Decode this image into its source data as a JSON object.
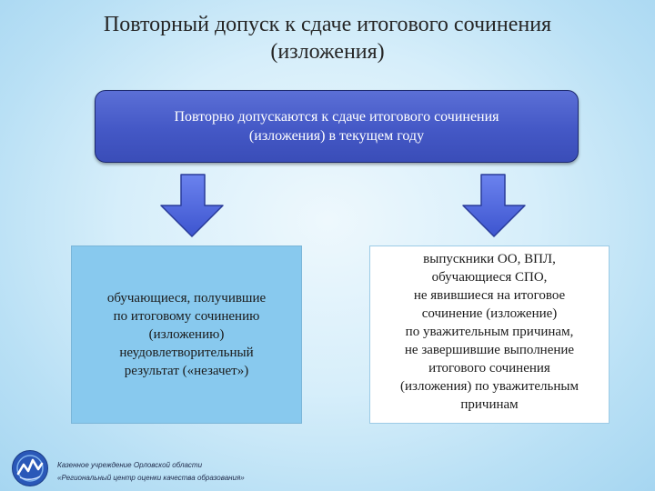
{
  "slide": {
    "title_line1": "Повторный допуск к сдаче итогового сочинения",
    "title_line2": "(изложения)"
  },
  "top_box": {
    "line1": "Повторно допускаются к сдаче итогового сочинения",
    "line2": "(изложения) в текущем году"
  },
  "left_panel": {
    "lines": [
      "обучающиеся, получившие",
      "по итоговому сочинению",
      "(изложению)",
      "неудовлетворительный",
      "результат («незачет»)"
    ]
  },
  "right_panel": {
    "lines": [
      "выпускники ОО, ВПЛ,",
      "обучающиеся СПО,",
      "не явившиеся на итоговое",
      "сочинение (изложение)",
      "по уважительным причинам,",
      "не завершившие выполнение",
      "итогового сочинения",
      "(изложения) по уважительным",
      "причинам"
    ]
  },
  "footer": {
    "org_line1": "Казенное учреждение Орловской области",
    "org_line2": "«Региональный центр оценки качества образования»"
  },
  "colors": {
    "arrow_fill": "#4a62dd",
    "box_fill": "#4458c6",
    "left_panel_fill": "#88c9ee"
  },
  "icons": {
    "arrow_left": "arrow-down-icon",
    "arrow_right": "arrow-down-icon",
    "logo": "rcoko-logo"
  }
}
